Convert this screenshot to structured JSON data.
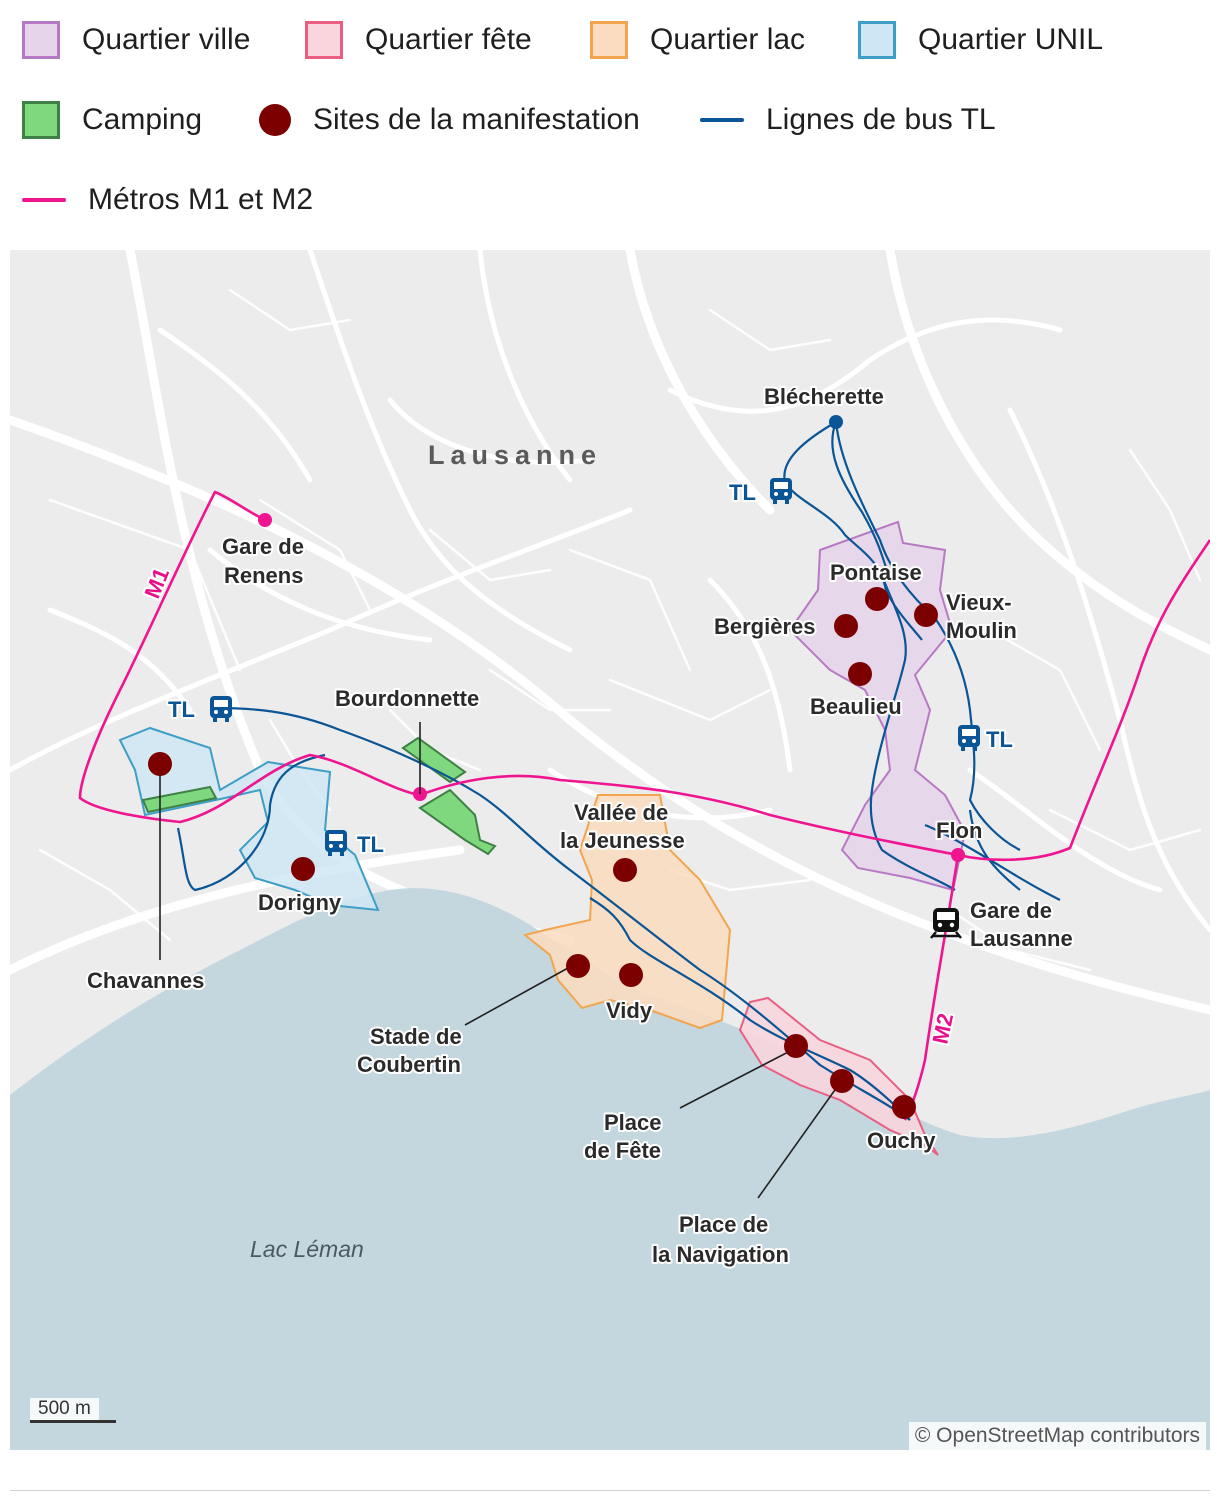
{
  "legend": {
    "items": [
      {
        "label": "Quartier ville",
        "fill": "#e6d4ea",
        "stroke": "#b779c4"
      },
      {
        "label": "Quartier fête",
        "fill": "#fad5dd",
        "stroke": "#e95f84"
      },
      {
        "label": "Quartier lac",
        "fill": "#fbdcc0",
        "stroke": "#f2a54e"
      },
      {
        "label": "Quartier UNIL",
        "fill": "#cfe7f4",
        "stroke": "#3d9ec6"
      },
      {
        "label": "Camping",
        "fill": "#7fd87d",
        "stroke": "#3f8045"
      },
      {
        "label": "Sites de la manifestation",
        "color": "#7c0000"
      },
      {
        "label": "Lignes de bus TL",
        "color": "#0a5596"
      },
      {
        "label": "Métros M1 et M2",
        "color": "#ef1590"
      }
    ]
  },
  "map": {
    "city_label": "Lausanne",
    "lake_label": "Lac Léman",
    "sites": [
      "Pontaise",
      "Bergières",
      "Vieux-Moulin",
      "Beaulieu",
      "Dorigny",
      "Chavannes",
      "Vallée de la Jeunesse",
      "Vidy",
      "Stade de Coubertin",
      "Place de Fête",
      "Place de la Navigation",
      "Ouchy"
    ],
    "site_labels": {
      "pontaise": "Pontaise",
      "bergieres": "Bergières",
      "vieux_moulin_1": "Vieux-",
      "vieux_moulin_2": "Moulin",
      "beaulieu": "Beaulieu",
      "dorigny": "Dorigny",
      "chavannes": "Chavannes",
      "vallee_1": "Vallée de",
      "vallee_2": "la Jeunesse",
      "vidy": "Vidy",
      "coubertin_1": "Stade de",
      "coubertin_2": "Coubertin",
      "fete_1": "Place",
      "fete_2": "de Fête",
      "navigation_1": "Place de",
      "navigation_2": "la Navigation",
      "ouchy": "Ouchy"
    },
    "place_labels": {
      "blecherette": "Blécherette",
      "gare_renens_1": "Gare de",
      "gare_renens_2": "Renens",
      "bourdonnette": "Bourdonnette",
      "flon": "Flon",
      "gare_lausanne_1": "Gare de",
      "gare_lausanne_2": "Lausanne"
    },
    "transit_labels": {
      "tl": "TL",
      "m1": "M1",
      "m2": "M2"
    },
    "scale": "500 m",
    "credit": "© OpenStreetMap contributors"
  }
}
